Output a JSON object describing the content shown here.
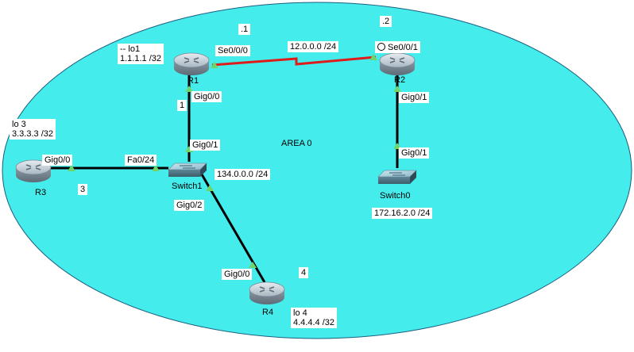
{
  "area_label": "AREA 0",
  "colors": {
    "area_fill": "#44ecec",
    "area_stroke": "#1c5e80",
    "serial_link": "#e01b1b",
    "ethernet_link": "#000000",
    "port_up": "#6fd46a"
  },
  "devices": {
    "r1": {
      "name": "R1",
      "icon": "router-icon"
    },
    "r2": {
      "name": "R2",
      "icon": "router-icon"
    },
    "r3": {
      "name": "R3",
      "icon": "router-icon"
    },
    "r4": {
      "name": "R4",
      "icon": "router-icon"
    },
    "switch1": {
      "name": "Switch1",
      "icon": "switch-icon"
    },
    "switch0": {
      "name": "Switch0",
      "icon": "switch-icon"
    }
  },
  "notes": {
    "r1_loopback": "-- lo1\n1.1.1.1 /32",
    "r3_loopback": "lo 3\n3.3.3.3 /32",
    "r4_loopback": "lo 4\n4.4.4.4 /32",
    "r1_host": ".1",
    "r2_host": ".2",
    "r1_num": "1",
    "r3_num": "3",
    "r4_num": "4",
    "net_12": "12.0.0.0 /24",
    "net_134": "134.0.0.0 /24",
    "net_172": "172.16.2.0 /24"
  },
  "ports": {
    "r1_se": "Se0/0/0",
    "r2_se": "Se0/0/1",
    "r1_gig": "Gig0/0",
    "sw1_gig01": "Gig0/1",
    "r3_gig": "Gig0/0",
    "sw1_fa": "Fa0/24",
    "sw1_gig02": "Gig0/2",
    "r4_gig": "Gig0/0",
    "r2_gig": "Gig0/1",
    "sw0_gig": "Gig0/1"
  }
}
